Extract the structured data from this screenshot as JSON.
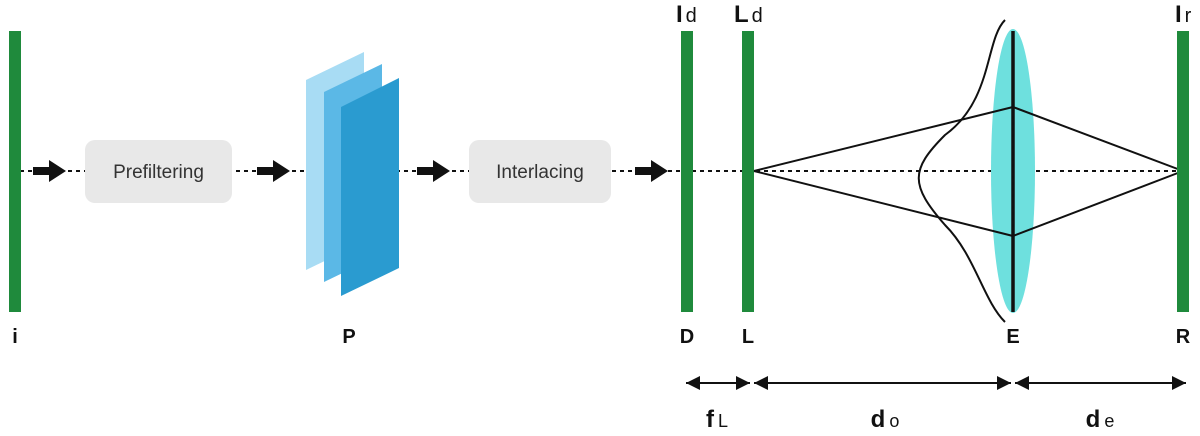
{
  "colors": {
    "plane": "#1f8a3c",
    "lens": "#6ee0de",
    "panel_light": "#a8dcf4",
    "panel_mid": "#5bb8e6",
    "panel_dark": "#2a9bd0",
    "stage_box": "#e8e8e8",
    "ink": "#111111"
  },
  "stages": {
    "prefilter": "Prefiltering",
    "interlace": "Interlacing"
  },
  "labels": {
    "input_plane": "i",
    "panels": "P",
    "display": "D",
    "lens_array": "L",
    "eye_lens": "E",
    "retina": "R"
  },
  "top_labels": {
    "display_image": {
      "main": "I",
      "sub": "d"
    },
    "lightfield": {
      "main": "L",
      "sub": "d"
    },
    "retinal_image": {
      "main": "I",
      "sub": "r"
    }
  },
  "distances": {
    "f_lens": {
      "main": "f",
      "sub": "L"
    },
    "d_object": {
      "main": "d",
      "sub": "o"
    },
    "d_eye": {
      "main": "d",
      "sub": "e"
    }
  },
  "icons": [
    "right-arrow-icon",
    "double-arrow-icon"
  ]
}
